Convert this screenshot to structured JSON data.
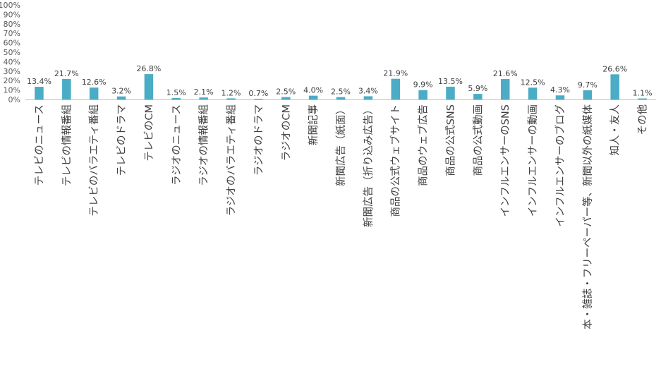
{
  "chart_data": {
    "type": "bar",
    "categories": [
      "テレビのニュース",
      "テレビの情報番組",
      "テレビのバラエティ番組",
      "テレビのドラマ",
      "テレビのCM",
      "ラジオのニュース",
      "ラジオの情報番組",
      "ラジオのバラエティ番組",
      "ラジオのドラマ",
      "ラジオのCM",
      "新聞記事",
      "新聞広告（紙面）",
      "新聞広告（折り込み広告）",
      "商品の公式ウェブサイト",
      "商品のウェブ広告",
      "商品の公式SNS",
      "商品の公式動画",
      "インフルエンサーのSNS",
      "インフルエンサーの動画",
      "インフルエンサーのブログ",
      "本・雑誌・フリーペーパー等、新聞以外の紙媒体",
      "知人・友人",
      "その他"
    ],
    "values": [
      13.4,
      21.7,
      12.6,
      3.2,
      26.8,
      1.5,
      2.1,
      1.2,
      0.7,
      2.5,
      4.0,
      2.5,
      3.4,
      21.9,
      9.9,
      13.5,
      5.9,
      21.6,
      12.5,
      4.3,
      9.7,
      26.6,
      1.1
    ],
    "data_labels": [
      "13.4%",
      "21.7%",
      "12.6%",
      "3.2%",
      "26.8%",
      "1.5%",
      "2.1%",
      "1.2%",
      "0.7%",
      "2.5%",
      "4.0%",
      "2.5%",
      "3.4%",
      "21.9%",
      "9.9%",
      "13.5%",
      "5.9%",
      "21.6%",
      "12.5%",
      "4.3%",
      "9.7%",
      "26.6%",
      "1.1%"
    ],
    "y_ticks": [
      "0%",
      "10%",
      "20%",
      "30%",
      "40%",
      "50%",
      "60%",
      "70%",
      "80%",
      "90%",
      "100%"
    ],
    "ylim": [
      0,
      100
    ],
    "grid": false,
    "legend": "none",
    "bar_color": "#4bacc6"
  }
}
